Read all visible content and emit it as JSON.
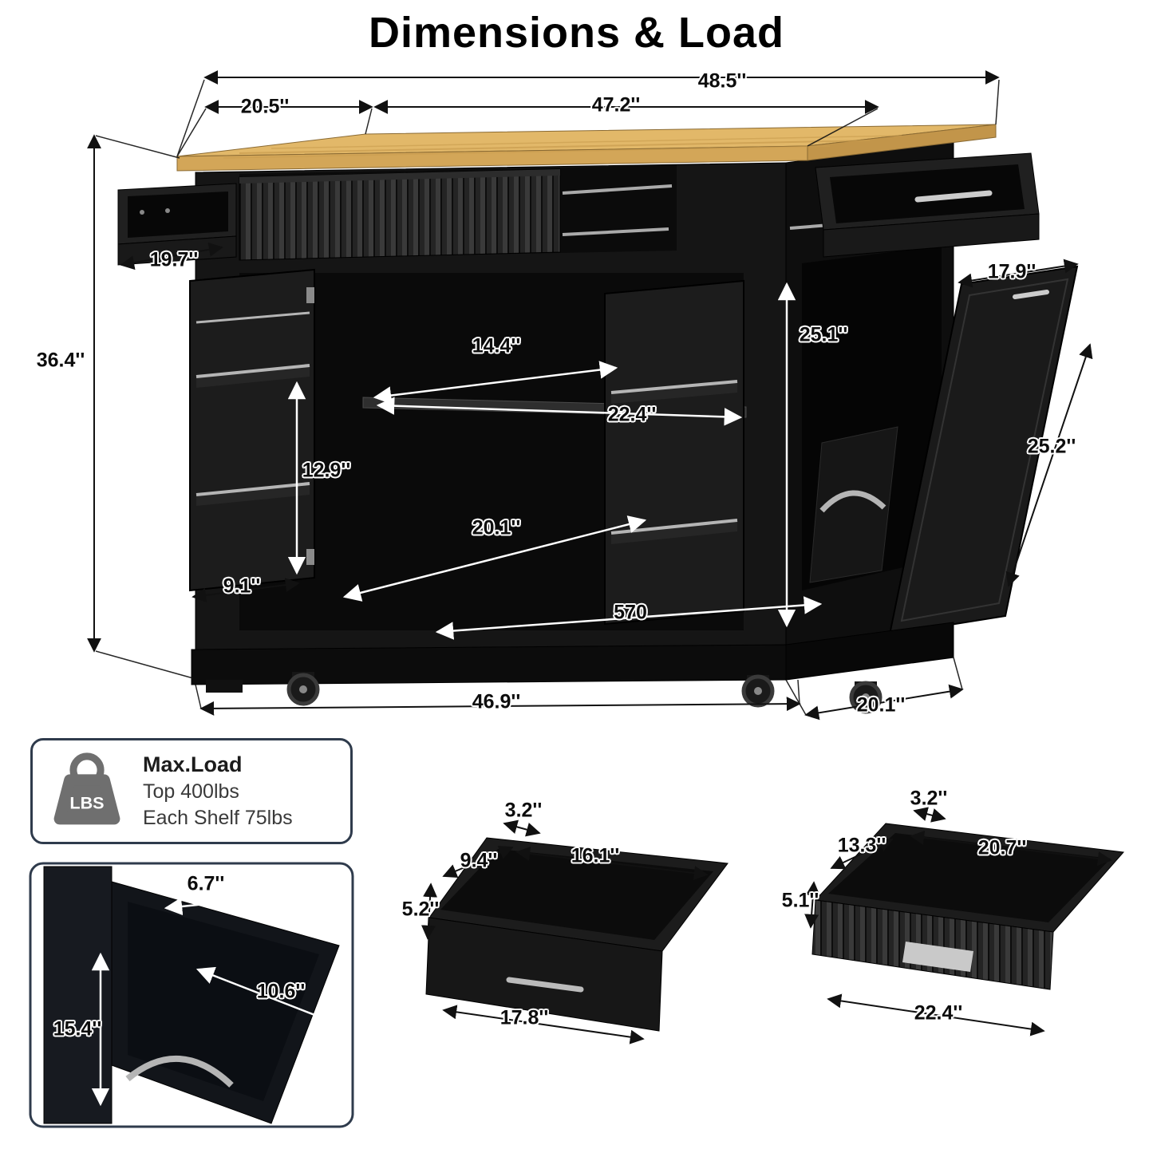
{
  "title": "Dimensions & Load",
  "island": {
    "top_total_width": "48.5''",
    "top_depth": "20.5''",
    "top_length": "47.2''",
    "left_drawer_depth": "19.7''",
    "overall_height": "36.4''",
    "shelf_depth": "14.4''",
    "shelf_width": "22.4''",
    "right_cabinet_height": "25.1''",
    "tilt_door_width": "17.9''",
    "tilt_door_length": "25.2''",
    "door_storage_height": "12.9''",
    "cabinet_interior_width": "20.1''",
    "door_shelf_width": "9.1''",
    "bottom_interior_width": "570",
    "base_width": "46.9''",
    "base_depth": "20.1''"
  },
  "load": {
    "badge": "LBS",
    "title": "Max.Load",
    "top": "Top 400lbs",
    "shelf": "Each Shelf 75lbs"
  },
  "tilt_compartment": {
    "opening_depth": "6.7''",
    "opening_width": "10.6''",
    "height": "15.4''"
  },
  "middle_drawer": {
    "back_height": "3.2''",
    "depth": "9.4''",
    "inner_width": "16.1''",
    "front_height": "5.2''",
    "width": "17.8''"
  },
  "fluted_drawer": {
    "back_height": "3.2''",
    "depth": "13.3''",
    "inner_width": "20.7''",
    "front_height": "5.1''",
    "width": "22.4''"
  }
}
